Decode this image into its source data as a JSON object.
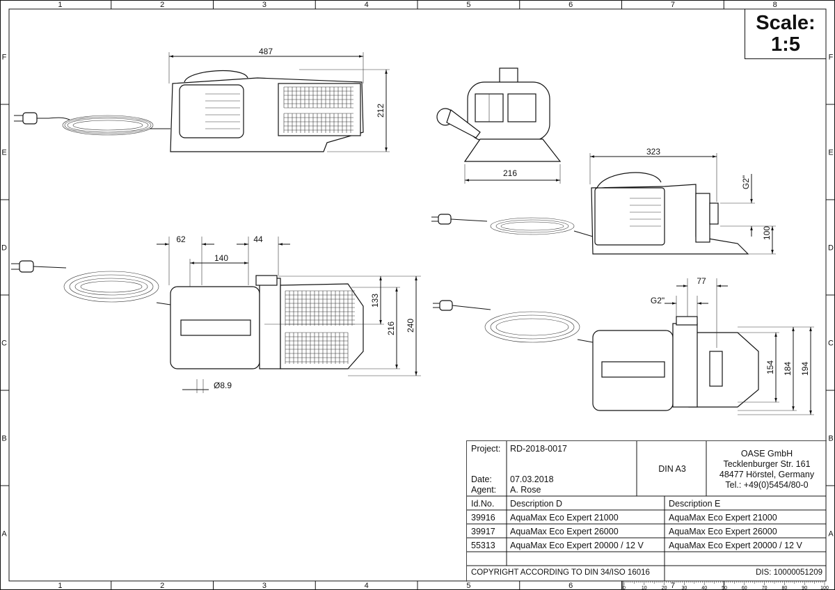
{
  "frame": {
    "columns": [
      "1",
      "2",
      "3",
      "4",
      "5",
      "6",
      "7",
      "8"
    ],
    "rows": [
      "F",
      "E",
      "D",
      "C",
      "B",
      "A"
    ]
  },
  "scale": {
    "label": "Scale:",
    "value": "1:5"
  },
  "dimensions": {
    "side_view_length": "487",
    "side_view_height": "212",
    "front_view_width": "216",
    "right_side_length": "323",
    "right_side_thread": "G2\"",
    "right_side_outlet_height": "100",
    "top_view_62": "62",
    "top_view_44": "44",
    "top_view_140": "140",
    "top_view_133": "133",
    "top_view_216": "216",
    "top_view_240": "240",
    "top_view_hole": "Ø8.9",
    "top_right_thread": "G2\"",
    "top_right_77": "77",
    "top_right_154": "154",
    "top_right_184": "184",
    "top_right_194": "194"
  },
  "title_block": {
    "project_label": "Project:",
    "project": "RD-2018-0017",
    "date_label": "Date:",
    "date": "07.03.2018",
    "agent_label": "Agent:",
    "agent": "A. Rose",
    "format": "DIN A3",
    "company": [
      "OASE GmbH",
      "Tecklenburger Str. 161",
      "48477 Hörstel, Germany",
      "Tel.: +49(0)5454/80-0"
    ],
    "headers": {
      "id": "Id.No.",
      "desc_d": "Description D",
      "desc_e": "Description E"
    },
    "items": [
      {
        "id": "39916",
        "desc_d": "AquaMax Eco Expert 21000",
        "desc_e": "AquaMax Eco Expert 21000"
      },
      {
        "id": "39917",
        "desc_d": "AquaMax Eco Expert 26000",
        "desc_e": "AquaMax Eco Expert 26000"
      },
      {
        "id": "55313",
        "desc_d": "AquaMax Eco Expert 20000 / 12 V",
        "desc_e": "AquaMax Eco Expert 20000 / 12 V"
      }
    ],
    "copyright": "COPYRIGHT ACCORDING TO DIN 34/ISO 16016",
    "dis": "DIS: 10000051209"
  },
  "ruler": {
    "ticks": [
      "0",
      "10",
      "20",
      "30",
      "40",
      "50",
      "60",
      "70",
      "80",
      "90",
      "100"
    ]
  }
}
